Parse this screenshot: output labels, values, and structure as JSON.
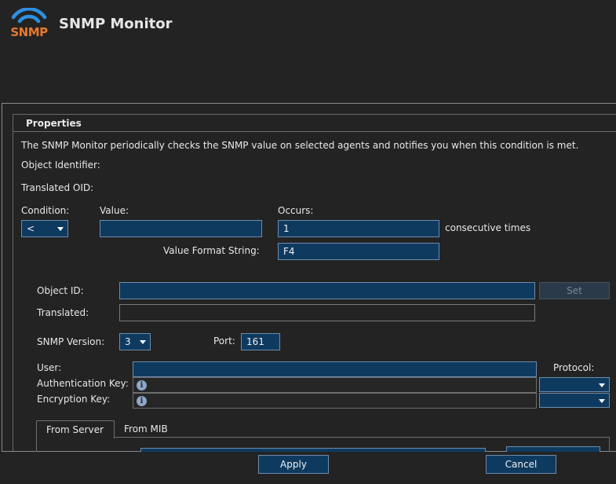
{
  "app": {
    "logo_text": "SNMP",
    "title": "SNMP Monitor"
  },
  "properties": {
    "header": "Properties",
    "description": "The SNMP Monitor periodically checks the SNMP value on selected agents and notifies you when this condition is met.",
    "object_identifier_label": "Object Identifier:",
    "translated_oid_label": "Translated OID:",
    "condition_label": "Condition:",
    "condition_value": "<",
    "value_label": "Value:",
    "value_value": "",
    "occurs_label": "Occurs:",
    "occurs_value": "1",
    "consecutive_label": "consecutive times",
    "format_label": "Value Format String:",
    "format_value": "F4"
  },
  "agent": {
    "object_id_label": "Object ID:",
    "object_id_value": "",
    "set_label": "Set",
    "translated_label": "Translated:",
    "translated_value": "",
    "snmp_version_label": "SNMP Version:",
    "snmp_version_value": "3",
    "port_label": "Port:",
    "port_value": "161",
    "user_label": "User:",
    "user_value": "",
    "protocol_label": "Protocol:",
    "auth_key_label": "Authentication Key:",
    "encryption_key_label": "Encryption Key:"
  },
  "tabs": [
    {
      "label": "From Server",
      "active": true
    },
    {
      "label": "From MIB",
      "active": false
    }
  ],
  "footer": {
    "apply_label": "Apply",
    "cancel_label": "Cancel"
  }
}
